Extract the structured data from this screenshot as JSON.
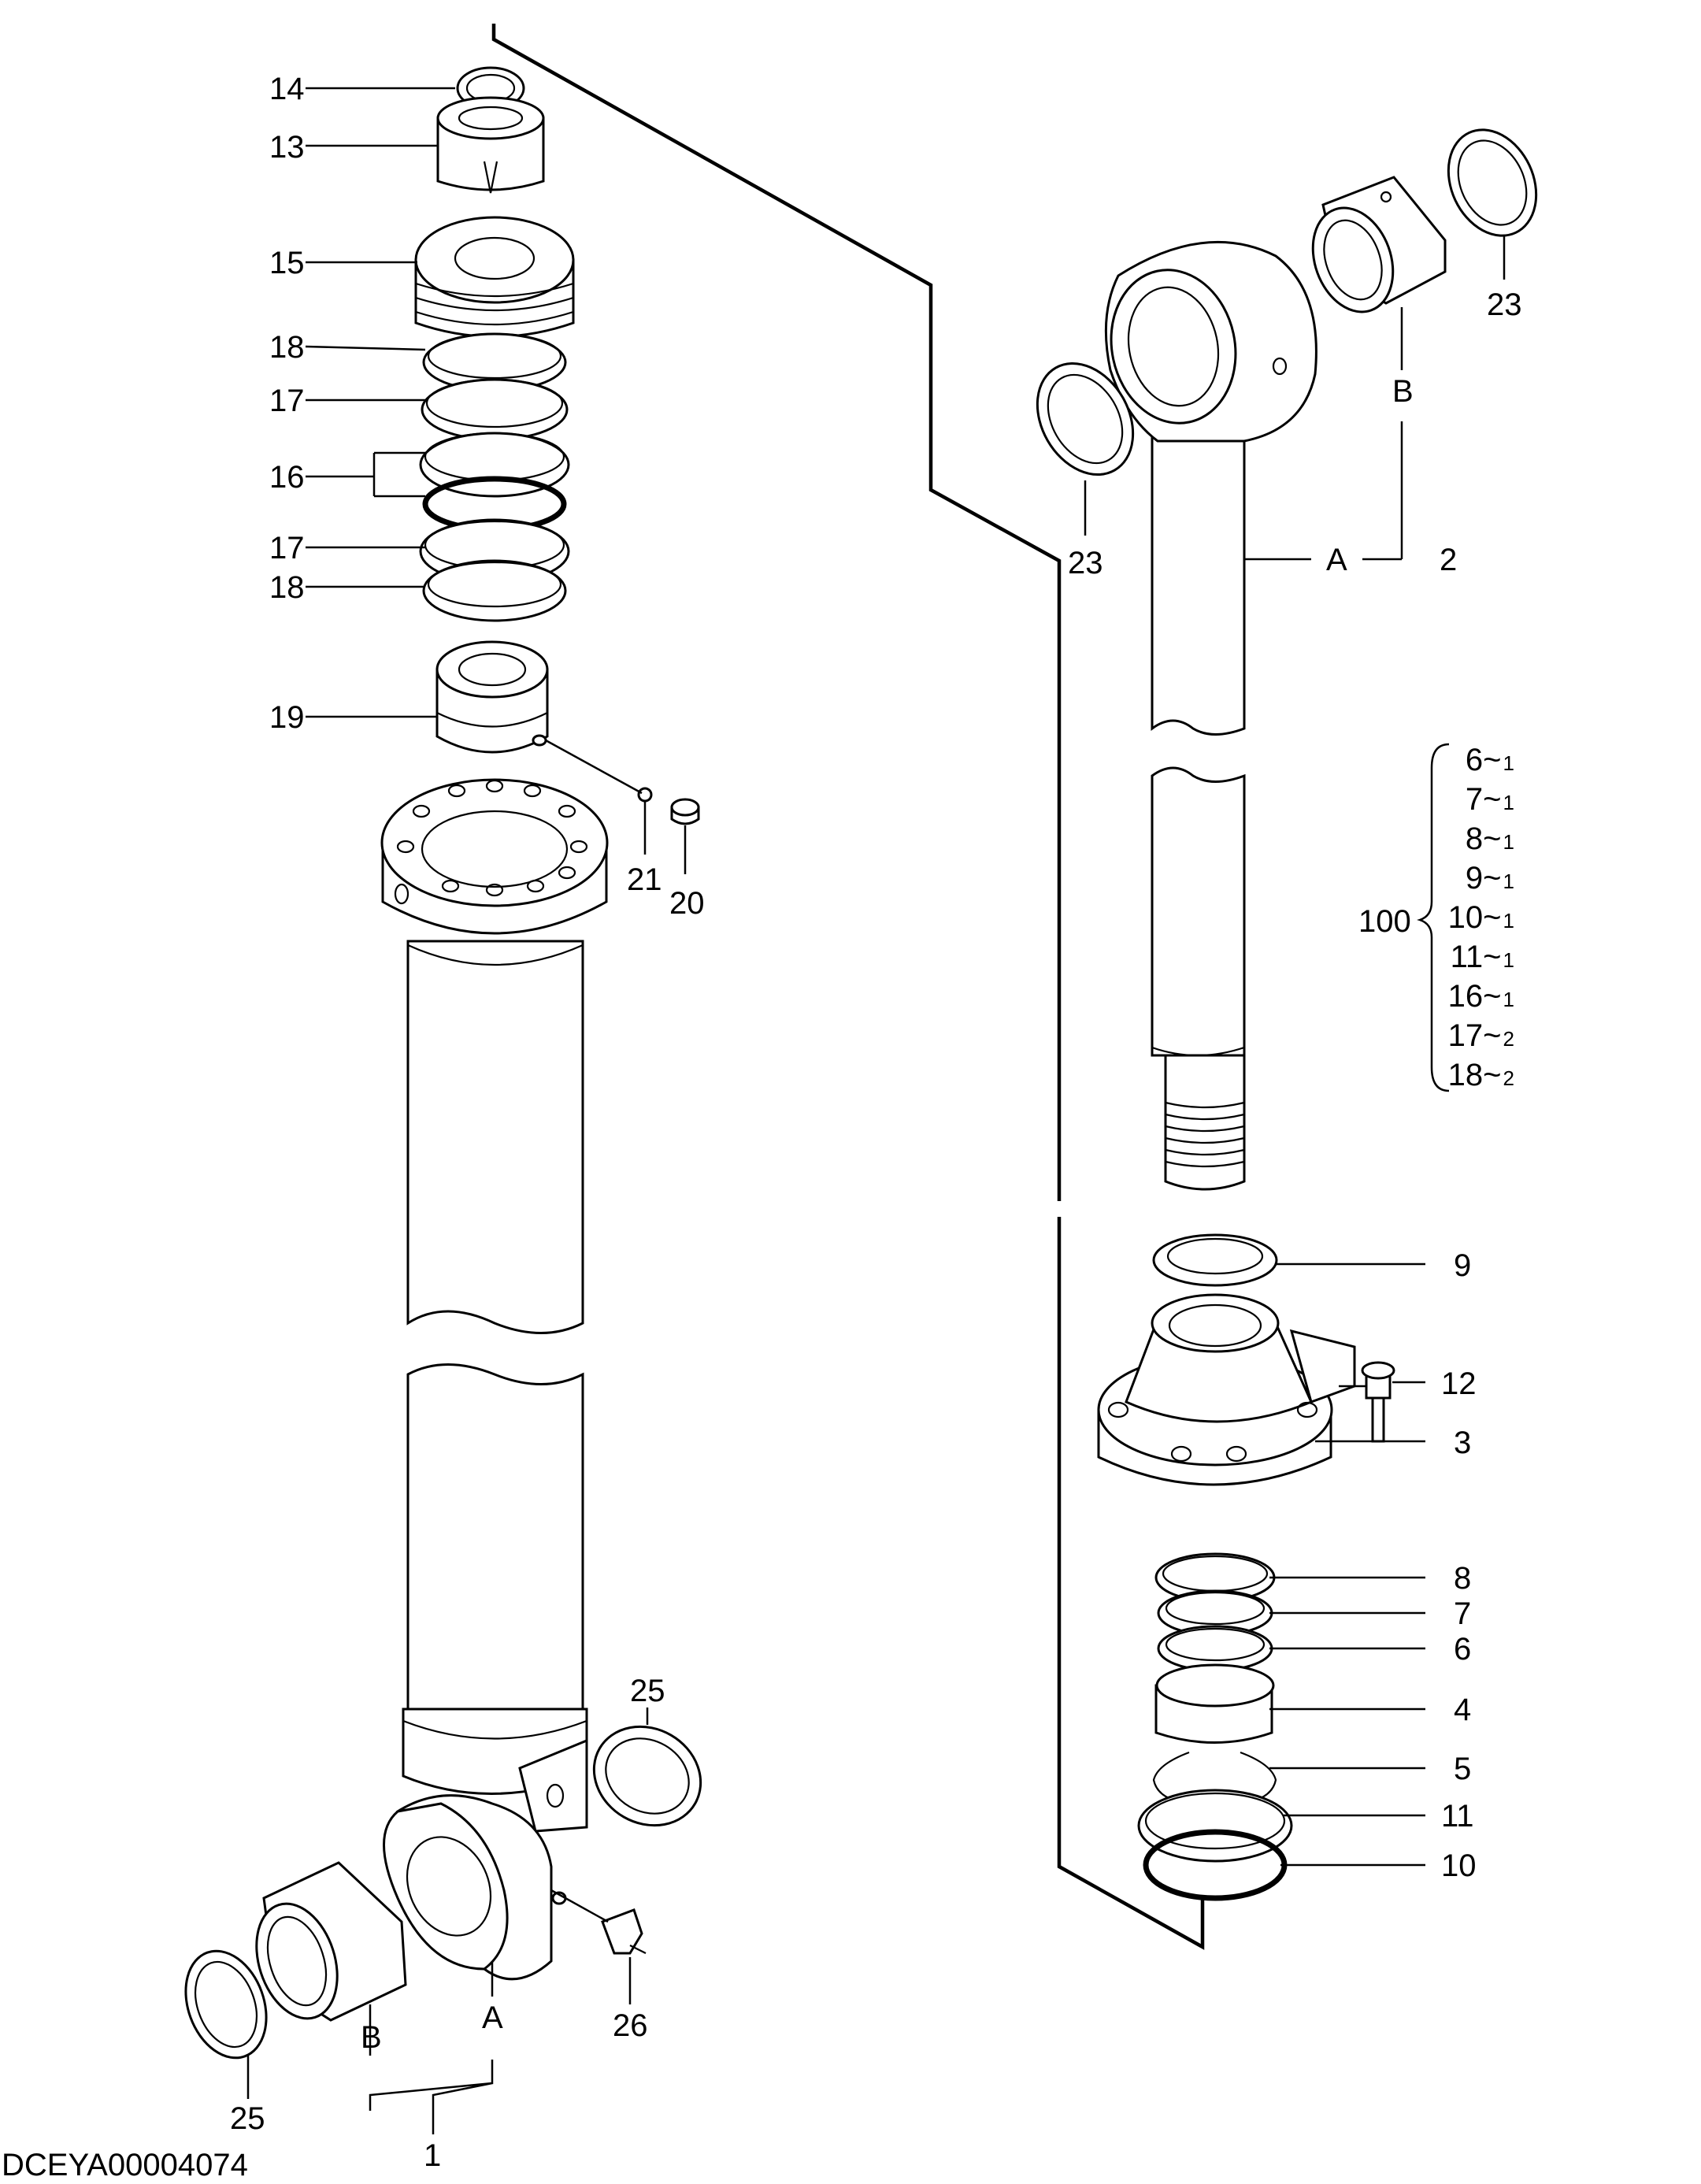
{
  "drawing_code": "DCEYA00004074",
  "part_labels": {
    "p14": "14",
    "p13": "13",
    "p15": "15",
    "p18a": "18",
    "p17a": "17",
    "p16": "16",
    "p17b": "17",
    "p18b": "18",
    "p19": "19",
    "p21": "21",
    "p20": "20",
    "p23a": "23",
    "p23b": "23",
    "p2": "2",
    "p9": "9",
    "p12": "12",
    "p3": "3",
    "p8": "8",
    "p7": "7",
    "p6": "6",
    "p4": "4",
    "p5": "5",
    "p11": "11",
    "p10": "10",
    "p25a": "25",
    "p25b": "25",
    "p26": "26",
    "p1": "1"
  },
  "group_letters": {
    "a_rod": "A",
    "b_rod": "B",
    "a_tube": "A",
    "b_tube": "B"
  },
  "kit": {
    "label": "100",
    "items": [
      {
        "part": "6",
        "sep": "~",
        "qty": "1"
      },
      {
        "part": "7",
        "sep": "~",
        "qty": "1"
      },
      {
        "part": "8",
        "sep": "~",
        "qty": "1"
      },
      {
        "part": "9",
        "sep": "~",
        "qty": "1"
      },
      {
        "part": "10",
        "sep": "~",
        "qty": "1"
      },
      {
        "part": "11",
        "sep": "~",
        "qty": "1"
      },
      {
        "part": "16",
        "sep": "~",
        "qty": "1"
      },
      {
        "part": "17",
        "sep": "~",
        "qty": "2"
      },
      {
        "part": "18",
        "sep": "~",
        "qty": "2"
      }
    ]
  }
}
